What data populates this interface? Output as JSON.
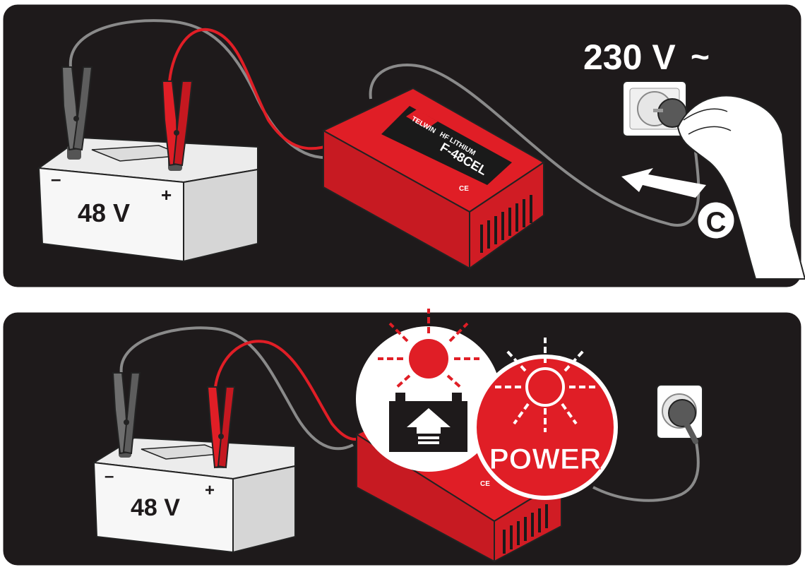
{
  "colors": {
    "panel": "#1e1a1b",
    "red": "#e01e26",
    "dark_red": "#a8141b",
    "white": "#ffffff",
    "gray": "#8d8d8d",
    "cable_gray": "#8a8a8a"
  },
  "top_panel": {
    "battery_label": "48 V",
    "minus": "–",
    "plus": "+",
    "voltage_label": "230 V",
    "ac_symbol": "~",
    "step_letter": "C",
    "charger": {
      "brand": "TELWIN",
      "series": "HF LITHIUM",
      "model": "F-48CEL",
      "ce_mark": "CE"
    }
  },
  "bottom_panel": {
    "battery_label": "48 V",
    "minus": "–",
    "plus": "+",
    "power_label": "POWER",
    "ce_mark": "CE"
  },
  "icons": [
    "battery-icon",
    "clamp-black-icon",
    "clamp-red-icon",
    "charger-icon",
    "wall-socket-icon",
    "plug-icon",
    "hand-icon",
    "arrow-icon",
    "charge-indicator-icon",
    "power-indicator-icon"
  ]
}
